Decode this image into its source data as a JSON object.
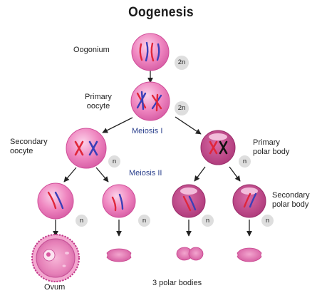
{
  "title": "Oogenesis",
  "labels": {
    "oogonium": "Oogonium",
    "primary_oocyte": [
      "Primary",
      "oocyte"
    ],
    "secondary_oocyte": [
      "Secondary",
      "oocyte"
    ],
    "primary_polar_body": [
      "Primary",
      "polar body"
    ],
    "secondary_polar_body": [
      "Secondary",
      "polar body"
    ],
    "meiosis_1": "Meiosis I",
    "meiosis_2": "Meiosis II",
    "ovum": "Ovum",
    "polar_bodies": "3 polar bodies"
  },
  "ploidy": {
    "oogonium": "2n",
    "primary_oocyte": "2n",
    "secondary_oocyte": "n",
    "primary_polar_body": "n",
    "ovum_precursor": "n",
    "polar_body_a": "n",
    "polar_body_b": "n",
    "polar_body_c": "n"
  },
  "colors": {
    "cell_fill": "#ef86c0",
    "cell_edge": "#d04c98",
    "polar_fill": "#c8508f",
    "chromosome_red": "#e0263a",
    "chromosome_blue": "#3b3fb8",
    "chromosome_black": "#111111",
    "badge": "#dedede",
    "meiosis_text": "#2a3f8c"
  }
}
